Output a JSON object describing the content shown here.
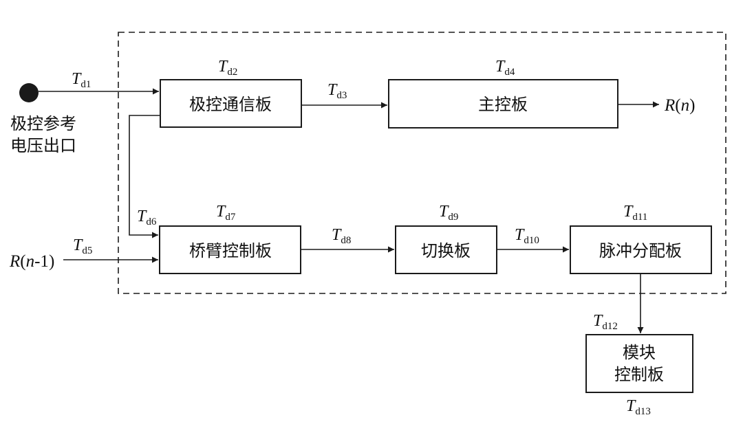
{
  "blocks": {
    "pole_comm": "极控通信板",
    "main_ctrl": "主控板",
    "bridge_arm": "桥臂控制板",
    "switch_board": "切换板",
    "pulse_dist": "脉冲分配板",
    "module_ctrl_line1": "模块",
    "module_ctrl_line2": "控制板"
  },
  "source": {
    "line1": "极控参考",
    "line2": "电压出口"
  },
  "delay_symbol": "T",
  "delays": {
    "d1": "d1",
    "d2": "d2",
    "d3": "d3",
    "d4": "d4",
    "d5": "d5",
    "d6": "d6",
    "d7": "d7",
    "d8": "d8",
    "d9": "d9",
    "d10": "d10",
    "d11": "d11",
    "d12": "d12",
    "d13": "d13"
  },
  "signals": {
    "output_R": "R",
    "output_arg": "n",
    "input_R": "R",
    "input_arg": "n",
    "input_suffix": "-1"
  }
}
